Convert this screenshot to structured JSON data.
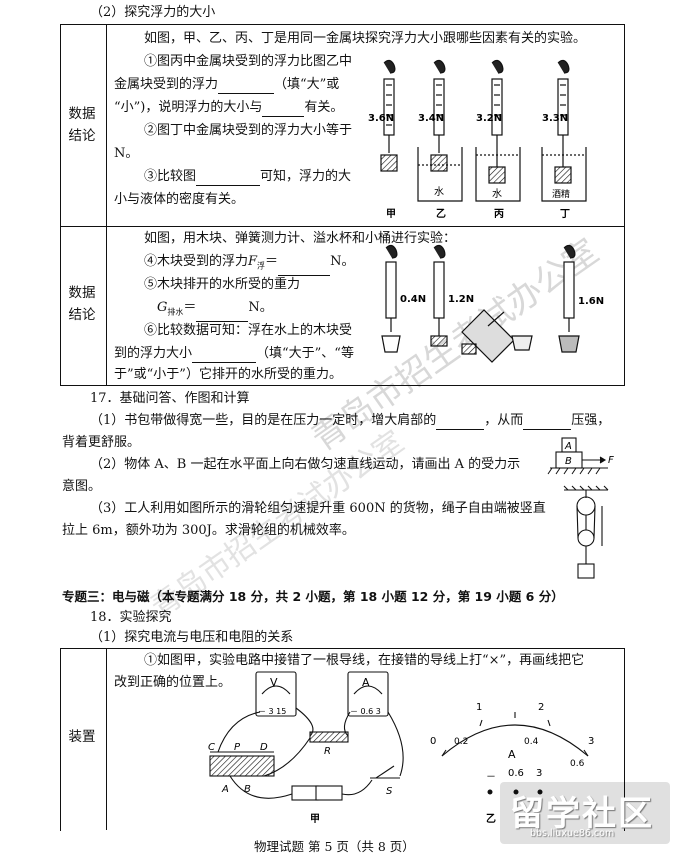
{
  "section_2_heading": "（2）探究浮力的大小",
  "table1": {
    "row1_label": "数据结论",
    "row1_label_l1": "数据",
    "row1_label_l2": "结论",
    "row1_intro": "如图，甲、乙、丙、丁是用同一金属块探究浮力大小跟哪些因素有关的实验。",
    "row1_q1_a": "①图丙中金属块受到的浮力比图乙中",
    "row1_q1_b": "金属块受到的浮力",
    "row1_q1_c": "（填“大”或",
    "row1_q1_d": "“小”)，说明浮力的大小与",
    "row1_q1_e": "有关。",
    "row1_q2_a": "②图丁中金属块受到的浮力大小等于",
    "row1_q2_b": "N。",
    "row1_q3_a": "③比较图",
    "row1_q3_b": "可知，浮力的大",
    "row1_q3_c": "小与液体的密度有关。",
    "fig1": {
      "readings": [
        "3.6N",
        "3.4N",
        "3.2N",
        "3.3N"
      ],
      "liquids": [
        "水",
        "水",
        "酒精"
      ],
      "captions": [
        "甲",
        "乙",
        "丙",
        "丁"
      ]
    },
    "row2_label_l1": "数据",
    "row2_label_l2": "结论",
    "row2_intro": "如图，用木块、弹簧测力计、溢水杯和小桶进行实验：",
    "row2_q4_a": "④木块受到的浮力",
    "row2_q4_sym": "F",
    "row2_q4_sub": "浮",
    "row2_q4_b": "＝",
    "row2_q4_c": "N。",
    "row2_q5_a": "⑤木块排开的水所受的重力",
    "row2_q5_sym": "G",
    "row2_q5_sub": "排水",
    "row2_q5_b": "＝",
    "row2_q5_c": "N。",
    "row2_q6_a": "⑥比较数据可知：浮在水上的木块受",
    "row2_q6_b": "到的浮力大小",
    "row2_q6_c": "（填“大于”、“等",
    "row2_q6_d": "于”或“小于”）它排开的水所受的重力。",
    "fig2": {
      "readings": [
        "0.4N",
        "1.2N",
        "1.6N"
      ]
    }
  },
  "q17": {
    "title": "17．基础问答、作图和计算",
    "p1_a": "（1）书包带做得宽一些，目的是在压力一定时，增大肩部的",
    "p1_b": "，从而",
    "p1_c": "压强，",
    "p1_d": "背着更舒服。",
    "p2_a": "（2）物体 A、B 一起在水平面上向右做匀速直线运动，请画出 A 的受力示",
    "p2_b": "意图。",
    "p3_a": "（3）工人利用如图所示的滑轮组匀速提升重 600N 的货物，绳子自由端被竖直",
    "p3_b": "拉上 6m，额外功为 300J。求滑轮组的机械效率。",
    "fig_A": "A",
    "fig_B": "B",
    "fig_F": "F"
  },
  "topic3": {
    "heading": "专题三：电与磁（本专题满分 18 分，共 2 小题，第 18 小题 12 分，第 19 小题 6 分）",
    "q18_title": "18．实验探究",
    "q18_sub": "（1）探究电流与电压和电阻的关系",
    "row_label": "装置",
    "instr_a": "①如图甲，实验电路中接错了一根导线，在接错的导线上打“×”，再画线把它",
    "instr_b": "改到正确的位置上。",
    "circuit": {
      "voltmeter": "V",
      "v_scale": "－ 3 15",
      "ammeter": "A",
      "a_scale": "－ 0.6 3",
      "resistor": "R",
      "switch": "S",
      "rheo": [
        "C",
        "P",
        "D",
        "A",
        "B"
      ],
      "caption": "甲"
    },
    "meter": {
      "top_ticks": [
        "0",
        "1",
        "2",
        "3"
      ],
      "bottom_ticks": [
        "0.2",
        "0.4",
        "0.6"
      ],
      "unit": "A",
      "terminals": [
        "－",
        "0.6",
        "3"
      ],
      "caption": "乙"
    }
  },
  "footer": "物理试题  第 5 页（共 8 页）",
  "watermark": "青岛市招生考试办公室",
  "logo": {
    "name": "留学社区",
    "url": "bbs.liuxue86.com"
  }
}
